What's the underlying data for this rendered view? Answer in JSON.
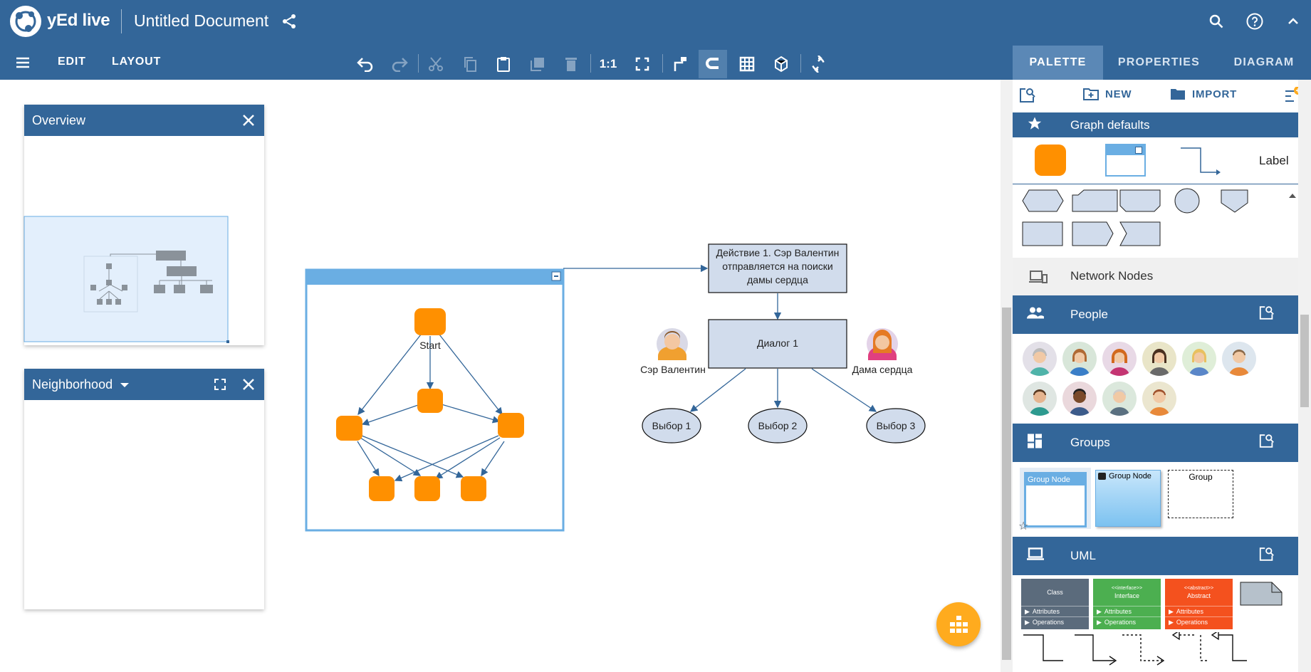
{
  "app": {
    "name": "yEd live",
    "document_title": "Untitled Document"
  },
  "menu": {
    "edit": "EDIT",
    "layout": "LAYOUT"
  },
  "toolbar": {
    "zoom_one_to_one": "1:1"
  },
  "tabs": [
    {
      "label": "PALETTE",
      "active": true
    },
    {
      "label": "PROPERTIES",
      "active": false
    },
    {
      "label": "DIAGRAM",
      "active": false
    }
  ],
  "panels": {
    "overview": {
      "title": "Overview"
    },
    "neighborhood": {
      "title": "Neighborhood"
    }
  },
  "graph": {
    "group_start_label": "Start",
    "action_label": "Действие 1. Сэр Валентин отправляется на поиски дамы сердца",
    "dialog_label": "Диалог 1",
    "person_left_label": "Сэр Валентин",
    "person_right_label": "Дама сердца",
    "choices": [
      "Выбор 1",
      "Выбор 2",
      "Выбор 3"
    ]
  },
  "palette": {
    "new_label": "NEW",
    "import_label": "IMPORT",
    "sections": {
      "graph_defaults": "Graph defaults",
      "network_nodes": "Network Nodes",
      "people": "People",
      "groups": "Groups",
      "uml": "UML"
    },
    "default_label_text": "Label",
    "group_items": [
      "Group Node",
      "Group Node",
      "Group"
    ],
    "uml_items": [
      {
        "stereotype": "",
        "name": "Class",
        "color": "#5b6b7c"
      },
      {
        "stereotype": "<<interface>>",
        "name": "Interface",
        "color": "#4caf50"
      },
      {
        "stereotype": "<<abstract>>",
        "name": "Abstract",
        "color": "#f4511e"
      }
    ],
    "uml_rows": [
      "Attributes",
      "Operations"
    ]
  },
  "colors": {
    "header_blue": "#336699",
    "accent_orange": "#ff9000",
    "node_fill": "#d1dcec",
    "group_border": "#6aaee3"
  }
}
